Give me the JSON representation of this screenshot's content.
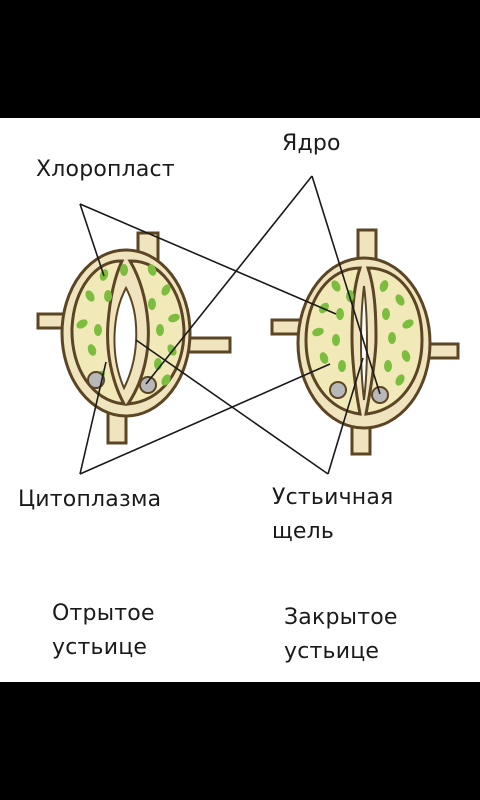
{
  "labels": {
    "chloroplast": "Хлоропласт",
    "nucleus": "Ядро",
    "cytoplasm": "Цитоплазма",
    "stomatal_slit": [
      "Устьичная",
      "щель"
    ],
    "open_stoma": [
      "Отрытое",
      "устьице"
    ],
    "closed_stoma": [
      "Закрытое",
      "устьице"
    ]
  },
  "colors": {
    "background_band": "#000000",
    "panel": "#ffffff",
    "cell_wall": "#5b4524",
    "guard_cell": "#f2e9b8",
    "outer_cell": "#efe4bd",
    "chloroplast": "#7cbd3f",
    "nucleus": "#b8b8b8",
    "text": "#1a1a1a"
  }
}
